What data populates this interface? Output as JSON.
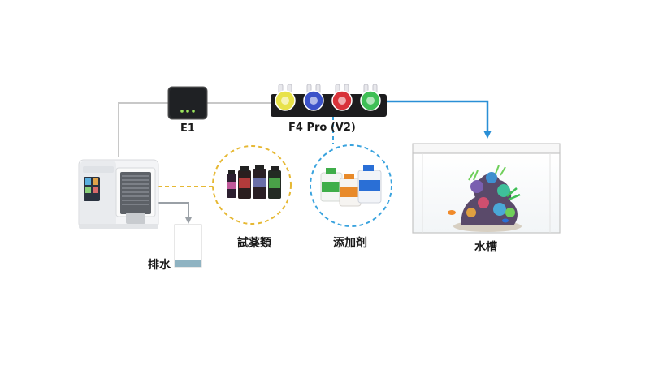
{
  "diagram": {
    "nodes": {
      "e1": {
        "label": "E1",
        "icon": "e1-controller-icon"
      },
      "f4": {
        "label": "F4 Pro (V2)",
        "icon": "dosing-pump-icon",
        "head_colors": [
          "#e8e24a",
          "#3b52c9",
          "#d8333a",
          "#3fbf56"
        ]
      },
      "reagents": {
        "label": "試薬類",
        "icon": "reagent-bottles-icon"
      },
      "additives": {
        "label": "添加剤",
        "icon": "additive-bottles-icon"
      },
      "drain": {
        "label": "排水",
        "icon": "drain-container-icon"
      },
      "tank": {
        "label": "水槽",
        "icon": "aquarium-tank-icon"
      },
      "analyzer": {
        "icon": "water-analyzer-icon"
      }
    },
    "colors": {
      "gray_line": "#c8c8c8",
      "blue_line": "#2a8fd6",
      "reagent_circle": "#e6b833",
      "additive_circle": "#3aa3de",
      "water": "#8fb3c2"
    }
  }
}
